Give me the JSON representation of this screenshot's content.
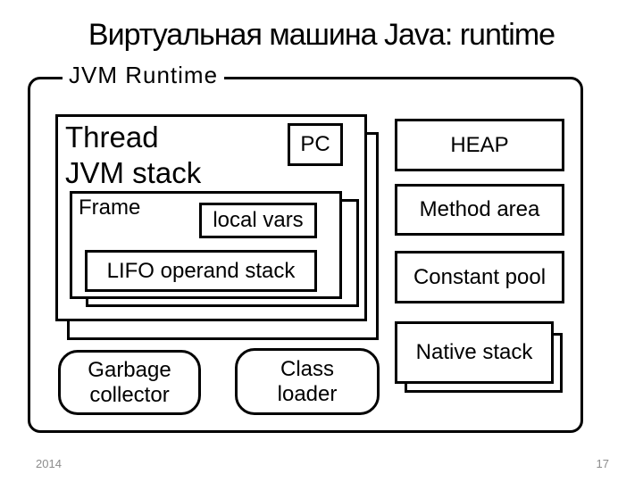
{
  "title": "Виртуальная машина Java: runtime",
  "group_label": "JVM Runtime",
  "thread": {
    "line1": "Thread",
    "line2": "JVM stack",
    "pc_label": "PC",
    "frame": {
      "label": "Frame",
      "local_vars": "local vars",
      "lifo": "LIFO operand stack"
    }
  },
  "memory": {
    "heap": "HEAP",
    "method_area": "Method area",
    "constant_pool": "Constant pool",
    "native_stack": "Native stack"
  },
  "components": {
    "garbage_collector": [
      "Garbage",
      "collector"
    ],
    "class_loader": [
      "Class",
      "loader"
    ]
  },
  "footer": {
    "year": "2014",
    "page": "17"
  },
  "colors": {
    "line": "#000000",
    "background": "#ffffff",
    "footer_text": "#8c8c8c"
  }
}
